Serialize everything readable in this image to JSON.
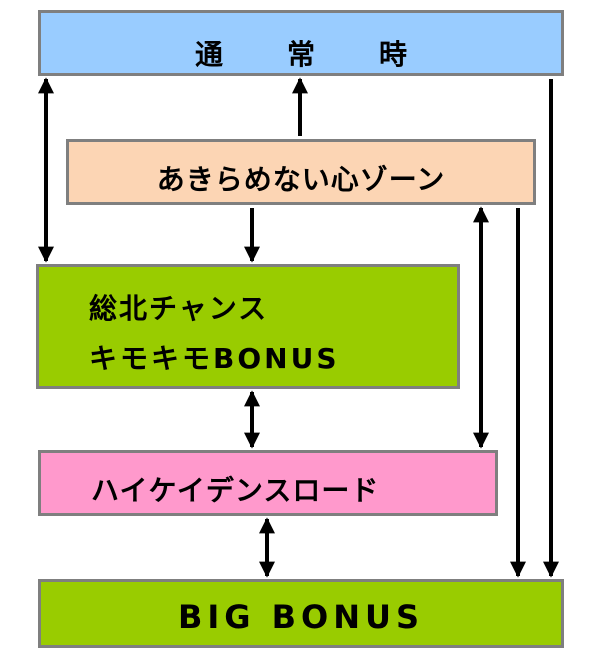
{
  "nodes": {
    "normal": "通　常　時",
    "zone": "あきらめない心ゾーン",
    "chance_line1": "総北チャンス",
    "chance_line2": "キモキモBONUS",
    "road": "ハイケイデンスロード",
    "big": "BIG BONUS"
  },
  "colors": {
    "normal": "#99ccff",
    "zone": "#fcd5b4",
    "chance": "#99cc00",
    "road": "#ff99cc",
    "big": "#99cc00",
    "border": "#7f7f7f",
    "arrow": "#000000"
  },
  "edges": [
    {
      "from": "normal",
      "to": "chance",
      "direction": "both"
    },
    {
      "from": "zone",
      "to": "normal",
      "direction": "one-way"
    },
    {
      "from": "zone",
      "to": "chance",
      "direction": "one-way"
    },
    {
      "from": "zone",
      "to": "road",
      "direction": "both"
    },
    {
      "from": "zone",
      "to": "big",
      "direction": "one-way"
    },
    {
      "from": "normal",
      "to": "big",
      "direction": "one-way"
    },
    {
      "from": "chance",
      "to": "road",
      "direction": "both"
    },
    {
      "from": "road",
      "to": "big",
      "direction": "both"
    }
  ]
}
